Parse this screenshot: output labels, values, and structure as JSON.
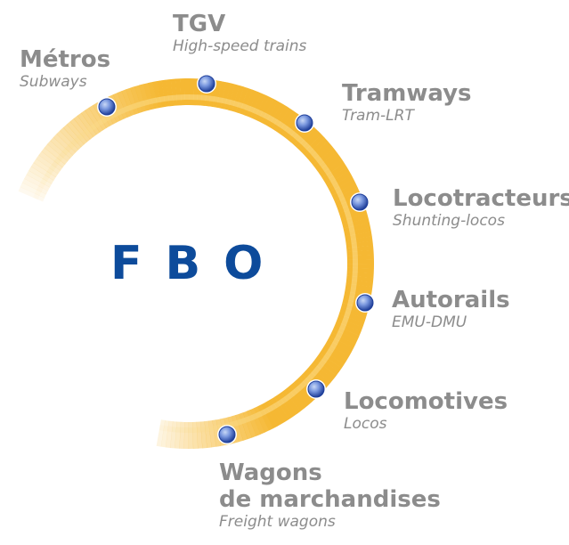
{
  "logo": {
    "text": "FBO",
    "color": "#0d4b9b"
  },
  "ring": {
    "color_main": "#f5b833",
    "color_fade": "#ffffff"
  },
  "dot": {
    "color_light": "#9db7ec",
    "color_dark": "#1f3f9a"
  },
  "segments": [
    {
      "id": "metros",
      "label": "Métros",
      "sublabel": "Subways"
    },
    {
      "id": "tgv",
      "label": "TGV",
      "sublabel": "High-speed trains"
    },
    {
      "id": "tramways",
      "label": "Tramways",
      "sublabel": "Tram-LRT"
    },
    {
      "id": "locotracteurs",
      "label": "Locotracteurs",
      "sublabel": "Shunting-locos"
    },
    {
      "id": "autorails",
      "label": "Autorails",
      "sublabel": "EMU-DMU"
    },
    {
      "id": "locomotives",
      "label": "Locomotives",
      "sublabel": "Locos"
    },
    {
      "id": "wagons",
      "label": "Wagons",
      "label2": "de marchandises",
      "sublabel": "Freight wagons"
    }
  ]
}
